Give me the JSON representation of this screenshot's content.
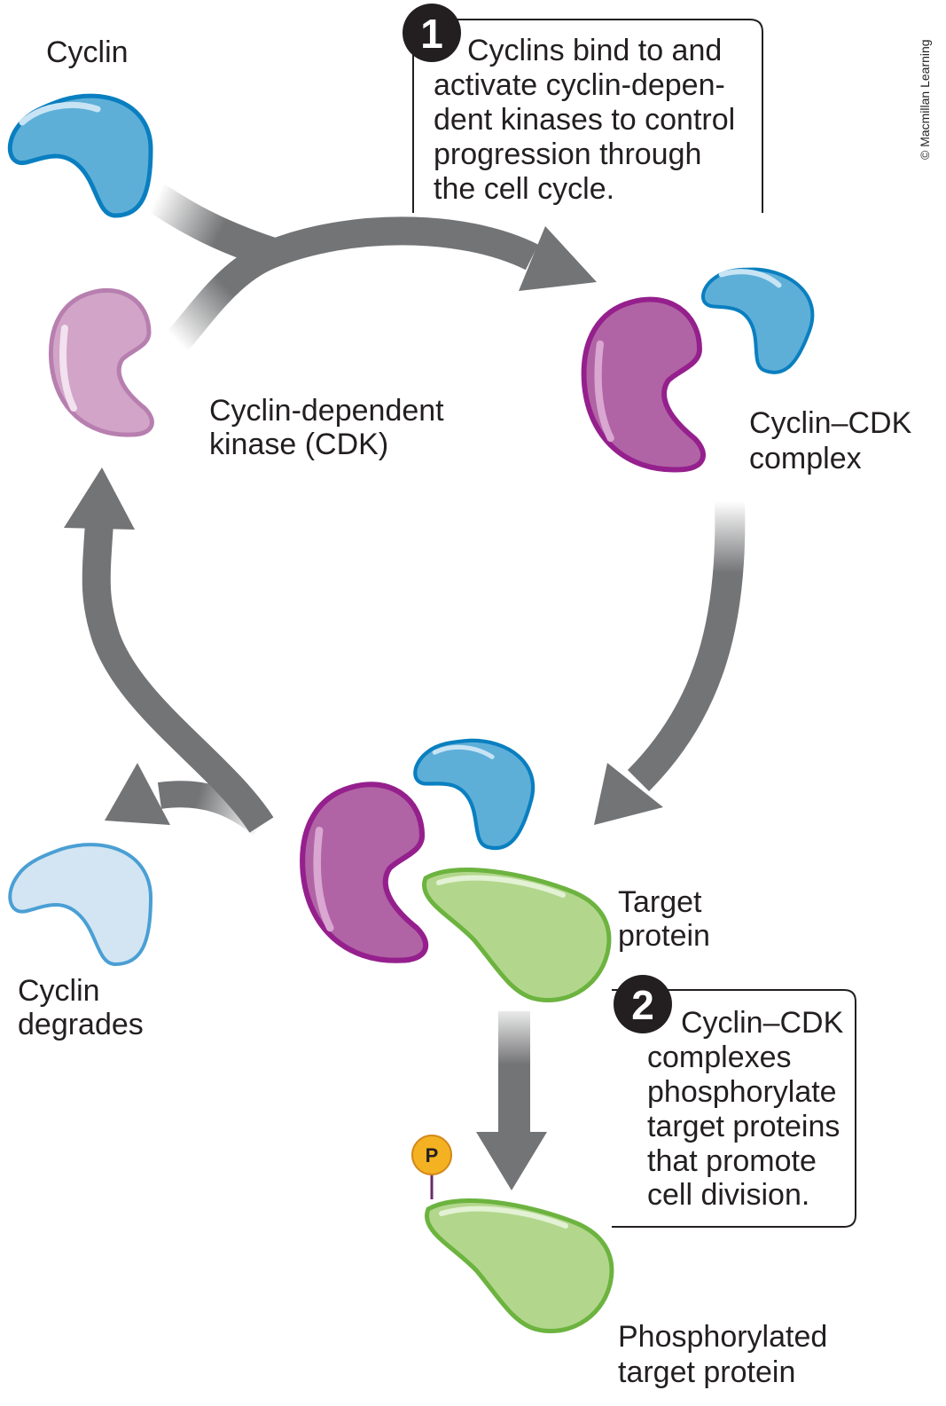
{
  "labels": {
    "cyclin": "Cyclin",
    "cdk_line1": "Cyclin-dependent",
    "cdk_line2": "kinase (CDK)",
    "complex_line1": "Cyclin–CDK",
    "complex_line2": "complex",
    "target_line1": "Target",
    "target_line2": "protein",
    "degrades_line1": "Cyclin",
    "degrades_line2": "degrades",
    "phos_line1": "Phosphorylated",
    "phos_line2": "target protein",
    "phosphate": "P"
  },
  "callouts": [
    {
      "number": "1",
      "lines": [
        "Cyclins bind to and",
        "activate cyclin-depen-",
        "dent kinases to control",
        "progression through",
        "the cell cycle."
      ]
    },
    {
      "number": "2",
      "lines": [
        "Cyclin–CDK",
        "complexes",
        "phosphorylate",
        "target proteins",
        "that promote",
        "cell division."
      ]
    }
  ],
  "credit": "© Macmillan Learning",
  "colors": {
    "cyclin_fill": "#5eafd8",
    "cyclin_edge": "#0a7fc0",
    "cdk_fill": "#d2a4c8",
    "cdk_edge": "#b77faf",
    "complex_cdk_fill": "#b164a5",
    "complex_cdk_edge": "#95208d",
    "target_fill": "#b2d78c",
    "target_edge": "#6cb33f",
    "degraded_fill": "#d3e5f3",
    "degraded_edge": "#4a9fd4",
    "arrow": "#737476",
    "phosphate": "#f4b222"
  }
}
